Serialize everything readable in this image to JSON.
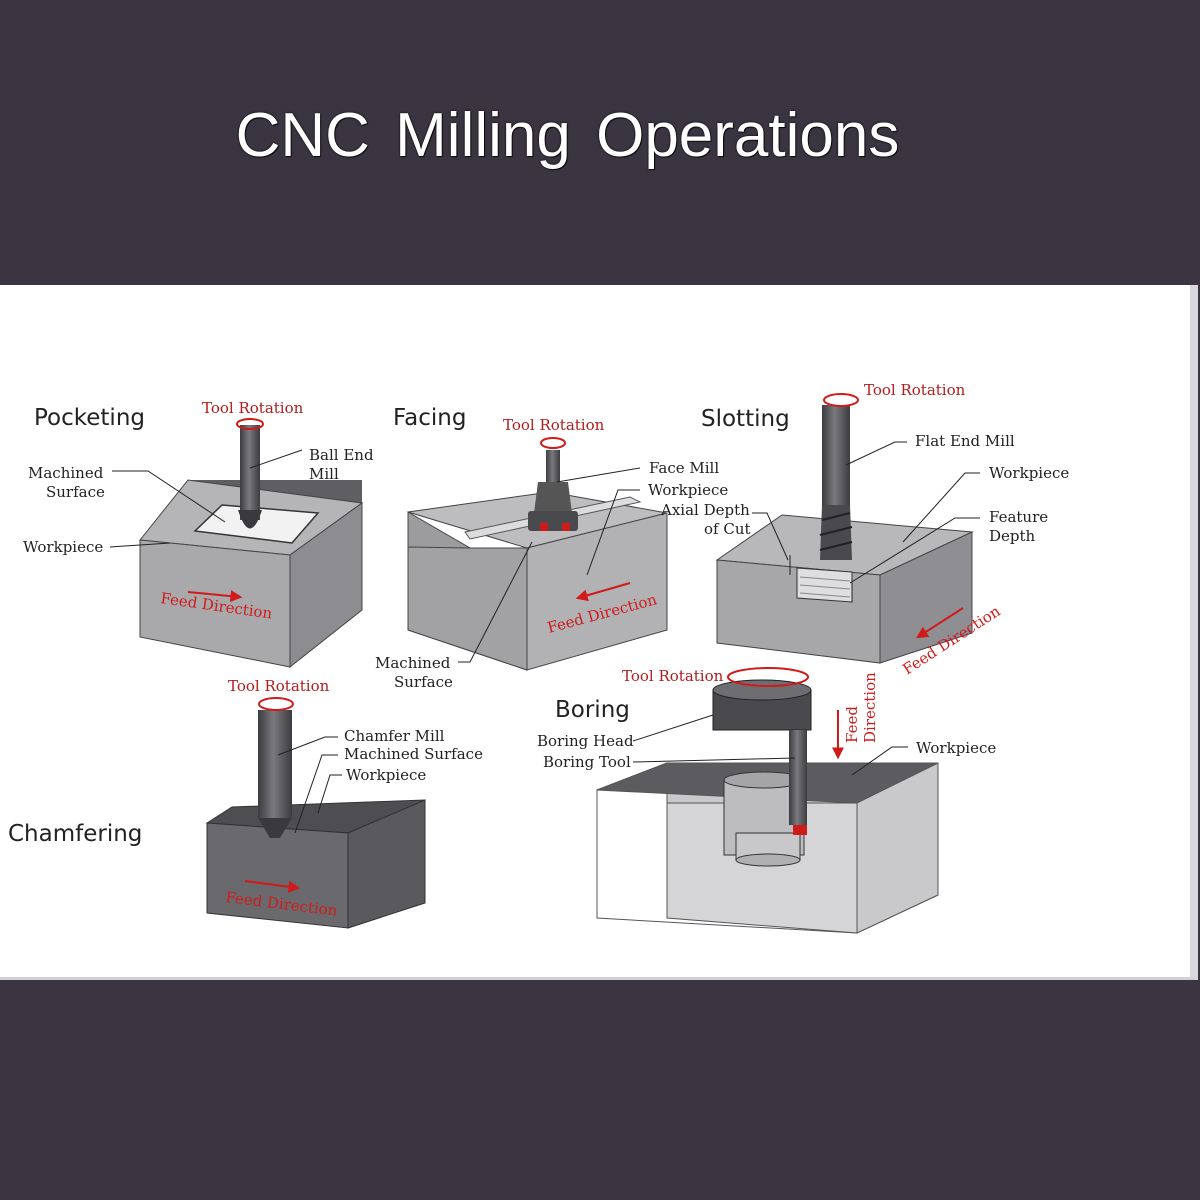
{
  "title": "CNC Milling Operations",
  "colors": {
    "background": "#3a3540",
    "panel": "#ffffff",
    "block_light": "#c4c4c6",
    "block_mid": "#9a9a9d",
    "block_dark": "#5a5a5e",
    "tool": "#4a4a4e",
    "accent_red": "#d11a1a"
  },
  "sections": {
    "pocketing": {
      "heading": "Pocketing",
      "tool_rotation": "Tool Rotation",
      "tool_line1": "Ball End",
      "tool_line2": "Mill",
      "surface_line1": "Machined",
      "surface_line2": "Surface",
      "workpiece": "Workpiece",
      "feed": "Feed Direction"
    },
    "facing": {
      "heading": "Facing",
      "tool_rotation": "Tool Rotation",
      "tool": "Face Mill",
      "workpiece": "Workpiece",
      "depth_line1": "Axial Depth",
      "depth_line2": "of Cut",
      "surface_line1": "Machined",
      "surface_line2": "Surface",
      "feed": "Feed Direction"
    },
    "slotting": {
      "heading": "Slotting",
      "tool_rotation": "Tool Rotation",
      "tool": "Flat End Mill",
      "workpiece": "Workpiece",
      "feature_line1": "Feature",
      "feature_line2": "Depth",
      "feed": "Feed Direction"
    },
    "chamfering": {
      "heading": "Chamfering",
      "tool_rotation": "Tool Rotation",
      "tool": "Chamfer Mill",
      "surface": "Machined Surface",
      "workpiece": "Workpiece",
      "feed": "Feed Direction"
    },
    "boring": {
      "heading": "Boring",
      "tool_rotation": "Tool Rotation",
      "head": "Boring Head",
      "tool": "Boring Tool",
      "workpiece": "Workpiece",
      "feed_line1": "Feed",
      "feed_line2": "Direction"
    }
  }
}
